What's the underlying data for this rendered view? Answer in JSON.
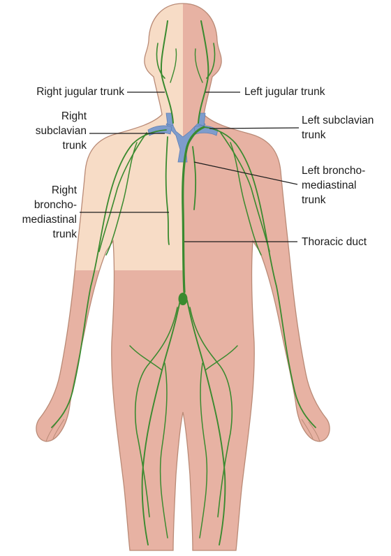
{
  "labels": {
    "right_jugular": "Right jugular trunk",
    "left_jugular": "Left jugular trunk",
    "right_subclavian": "Right\nsubclavian\ntrunk",
    "left_subclavian": "Left subclavian\ntrunk",
    "left_bronchomediastinal": "Left broncho-\nmediastinal\ntrunk",
    "right_bronchomediastinal": "Right\nbroncho-\nmediastinal\ntrunk",
    "thoracic_duct": "Thoracic duct"
  },
  "colors": {
    "skin_light": "#f7dcc6",
    "skin_dark": "#e7b2a3",
    "outline": "#b98a76",
    "lymph_vessel": "#3a8a2f",
    "vein": "#7e9ccc",
    "leader_line": "#1c1c1c"
  }
}
